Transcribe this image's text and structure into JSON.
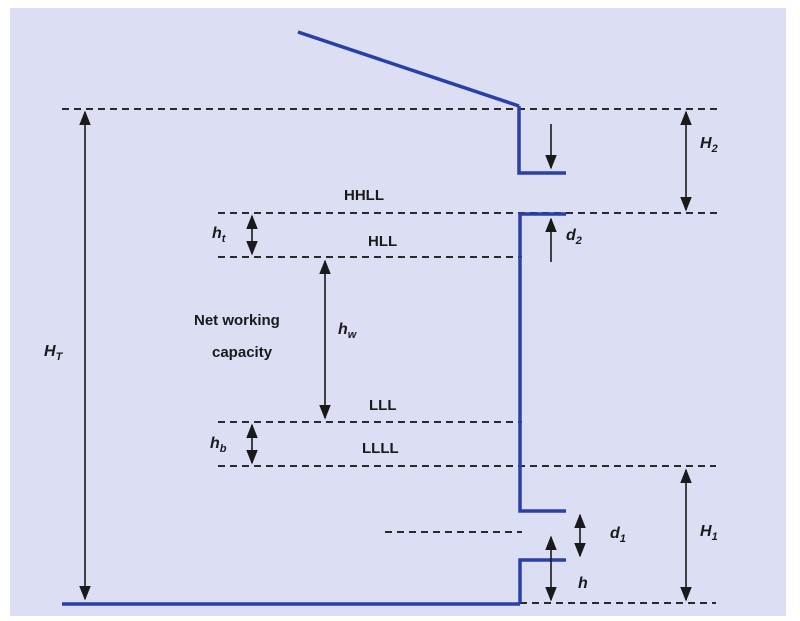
{
  "diagram": {
    "watermark": "",
    "levels": {
      "hhll": "HHLL",
      "hll": "HLL",
      "lll": "LLL",
      "llll": "LLLL"
    },
    "net_working_capacity": {
      "line1": "Net working",
      "line2": "capacity"
    },
    "dimensions": {
      "h_T": {
        "base": "H",
        "sub": "T"
      },
      "H_2": {
        "base": "H",
        "sub": "2"
      },
      "H_1": {
        "base": "H",
        "sub": "1"
      },
      "d_2": {
        "base": "d",
        "sub": "2"
      },
      "d_1": {
        "base": "d",
        "sub": "1"
      },
      "h_t": {
        "base": "h",
        "sub": "t"
      },
      "h_w": {
        "base": "h",
        "sub": "w"
      },
      "h_b": {
        "base": "h",
        "sub": "b"
      },
      "h": {
        "base": "h"
      }
    },
    "colors": {
      "background": "#dcdff3",
      "vessel": "#2a3fa8",
      "line": "#1a1a1a"
    }
  }
}
